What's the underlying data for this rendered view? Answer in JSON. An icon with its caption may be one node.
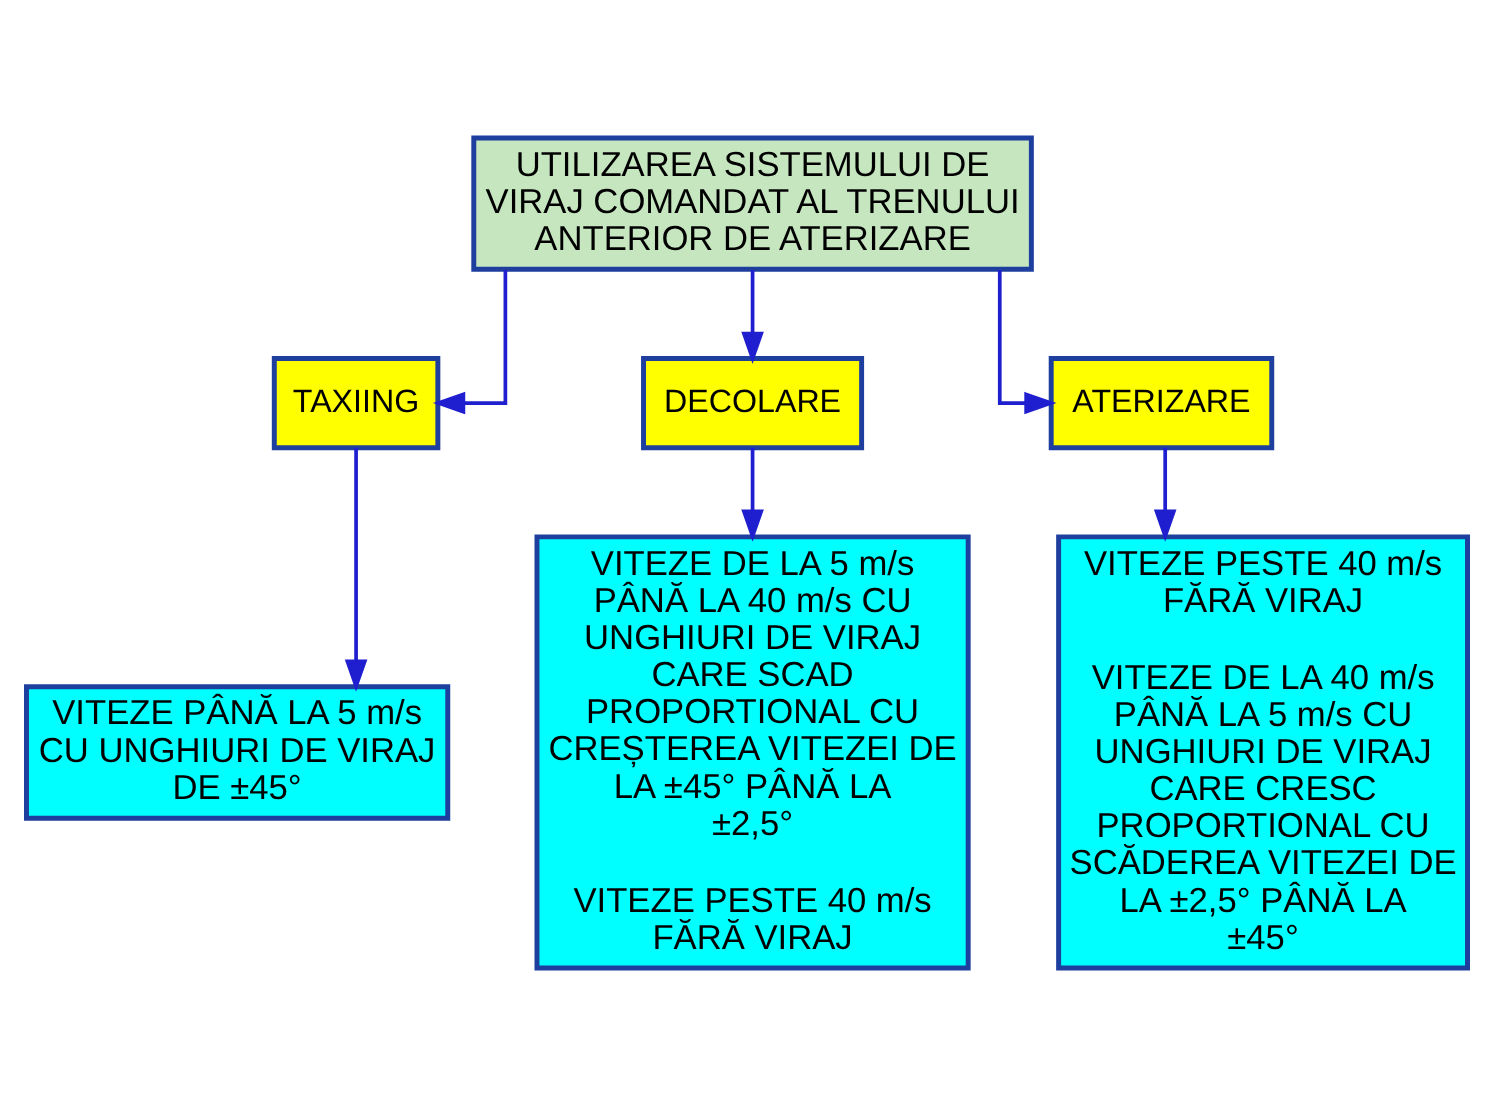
{
  "diagram": {
    "nodes": [
      {
        "text": [
          "UTILIZAREA SISTEMULUI DE VIRAJ COMANDAT AL TRENULUI ANTERIOR DE ATERIZARE"
        ]
      },
      {
        "text": [
          "TAXIING"
        ]
      },
      {
        "text": [
          "DECOLARE"
        ]
      },
      {
        "text": [
          "ATERIZARE"
        ]
      },
      {
        "text": [
          "VITEZE PÂNĂ LA 5 m/s CU UNGHIURI DE VIRAJ DE ±45°"
        ]
      },
      {
        "text": [
          "VITEZE DE LA 5 m/s PÂNĂ LA 40 m/s CU UNGHIURI DE VIRAJ CARE SCAD PROPORTIONAL CU CREȘTEREA VITEZEI DE LA ±45° PÂNĂ LA ±2,5°",
          "VITEZE PESTE 40 m/s FĂRĂ VIRAJ"
        ]
      },
      {
        "text": [
          "VITEZE PESTE 40 m/s FĂRĂ VIRAJ",
          "VITEZE DE LA 40 m/s PÂNĂ LA 5 m/s CU UNGHIURI DE VIRAJ CARE CRESC PROPORTIONAL CU SCĂDEREA VITEZEI DE LA ±2,5° PÂNĂ LA ±45°"
        ]
      }
    ],
    "edges": [
      {
        "from": 0,
        "to": 1,
        "arrow": "to"
      },
      {
        "from": 0,
        "to": 2,
        "arrow": "to"
      },
      {
        "from": 0,
        "to": 3,
        "arrow": "to"
      },
      {
        "from": 1,
        "to": 4,
        "arrow": "to"
      },
      {
        "from": 2,
        "to": 5,
        "arrow": "to"
      },
      {
        "from": 3,
        "to": 6,
        "arrow": "to"
      }
    ]
  }
}
